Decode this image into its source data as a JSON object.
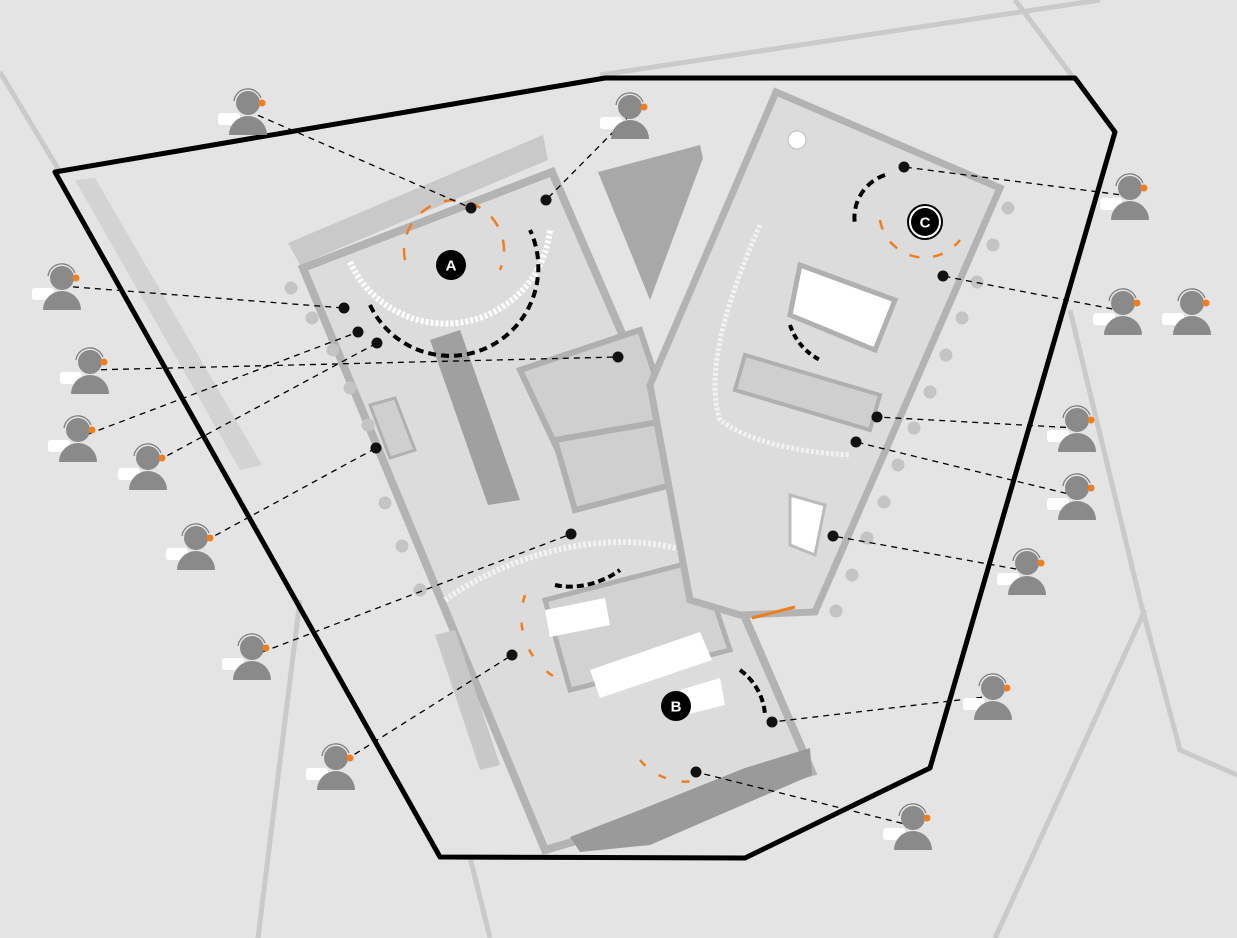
{
  "zones": {
    "a": {
      "label": "A"
    },
    "b": {
      "label": "B"
    },
    "c": {
      "label": "C"
    }
  },
  "colors": {
    "background": "#e4e4e4",
    "boundary": "#000000",
    "building": "#d6d6d6",
    "wall": "#b3b3b3",
    "accent": "#f07d1e",
    "person": "#8a8a8a",
    "road": "#cacaca"
  },
  "operators": {
    "count": 17,
    "icon": "operator-headset-icon"
  }
}
